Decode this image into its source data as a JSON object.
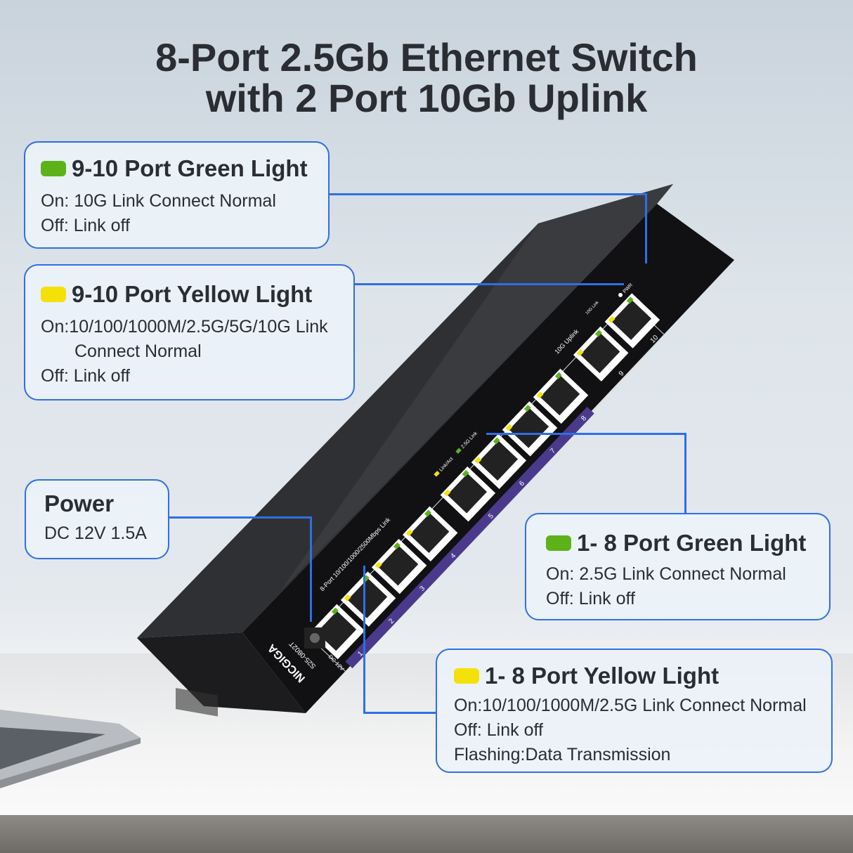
{
  "title": {
    "line1": "8-Port 2.5Gb Ethernet Switch",
    "line2": "with 2 Port 10Gb Uplink"
  },
  "colors": {
    "accent": "#2f6fe6",
    "green_led": "#5db21a",
    "yellow_led": "#f5e10a",
    "port_strip": "#4b3a8c"
  },
  "callouts": {
    "g910": {
      "icon": "green-led-icon",
      "heading": "9-10 Port Green Light",
      "lines": [
        "On: 10G Link Connect Normal",
        "Off: Link off"
      ]
    },
    "y910": {
      "icon": "yellow-led-icon",
      "heading": "9-10 Port Yellow Light",
      "lines": [
        "On:10/100/1000M/2.5G/5G/10G Link",
        "Connect Normal",
        "Off: Link off"
      ]
    },
    "power": {
      "heading": "Power",
      "lines": [
        "DC 12V 1.5A"
      ]
    },
    "g18": {
      "icon": "green-led-icon",
      "heading": "1- 8 Port Green Light",
      "lines": [
        "On: 2.5G Link Connect Normal",
        "Off: Link off"
      ]
    },
    "y18": {
      "icon": "yellow-led-icon",
      "heading": "1- 8 Port Yellow Light",
      "lines": [
        "On:10/100/1000M/2.5G Link Connect Normal",
        "Off: Link off",
        "Flashing:Data Transmission"
      ]
    }
  },
  "device": {
    "brand": "NICGIGA",
    "model": "S25-0802T",
    "dc_label": "DC 12V",
    "port_group_label": "8-Port 10/100/1000/2500Mbps Link",
    "legend_linkact": "Link/Act",
    "legend_25g": "2.5G Link",
    "uplink_label": "10G Uplink",
    "legend_10g": "10G Link",
    "pwr_label": "PWR",
    "ports": [
      "1",
      "2",
      "3",
      "4",
      "5",
      "6",
      "7",
      "8",
      "9",
      "10"
    ]
  }
}
